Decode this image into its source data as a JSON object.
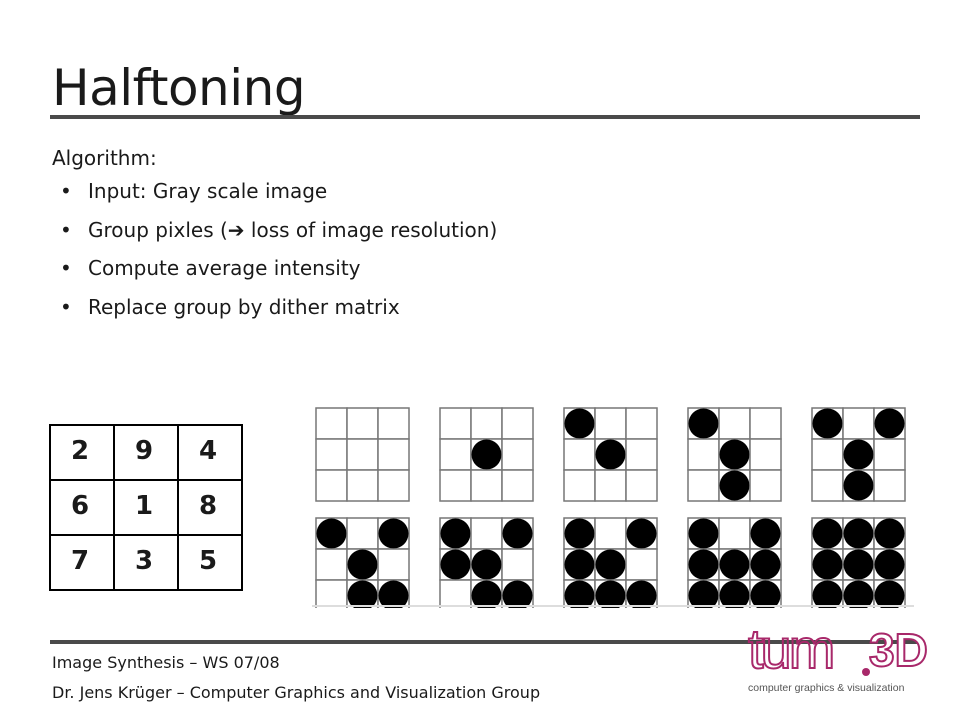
{
  "slide": {
    "title": "Halftoning",
    "intro": "Algorithm:",
    "bullets": [
      {
        "text": "Input: Gray scale image"
      },
      {
        "before": "Group pixles (",
        "arrow": "➔",
        "after": " loss of image resolution)"
      },
      {
        "text": "Compute average intensity"
      },
      {
        "text": "Replace group by dither matrix"
      }
    ],
    "bullet_symbol": "•"
  },
  "dither_matrix": [
    [
      "2",
      "9",
      "4"
    ],
    [
      "6",
      "1",
      "8"
    ],
    [
      "7",
      "3",
      "5"
    ]
  ],
  "dither_patterns": {
    "order": [
      [
        2,
        9,
        4
      ],
      [
        6,
        1,
        8
      ],
      [
        7,
        3,
        5
      ]
    ],
    "levels": [
      0,
      1,
      2,
      3,
      4,
      5,
      6,
      7,
      8,
      9
    ]
  },
  "footer": {
    "course": "Image Synthesis – WS 07/08",
    "author": "Dr. Jens Krüger – Computer Graphics and Visualization Group"
  },
  "logo": {
    "tum": "tum",
    "three_d": "3D",
    "tagline": "computer graphics & visualization",
    "color": "#a8286a"
  }
}
